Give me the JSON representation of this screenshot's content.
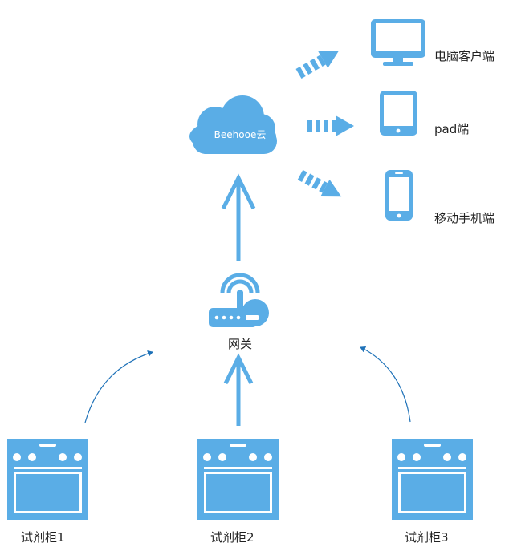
{
  "colors": {
    "primary": "#5aade6",
    "curve": "#1f72b8",
    "text": "#222222"
  },
  "cloud": {
    "label": "Beehooe云",
    "icon": "cloud-icon"
  },
  "gateway": {
    "label": "网关",
    "icon": "router-icon"
  },
  "clients": [
    {
      "label": "电脑客户端",
      "icon": "monitor-icon"
    },
    {
      "label": "pad端",
      "icon": "tablet-icon"
    },
    {
      "label": "移动手机端",
      "icon": "phone-icon"
    }
  ],
  "cabinets": [
    {
      "label": "试剂柜1",
      "icon": "cabinet-icon"
    },
    {
      "label": "试剂柜2",
      "icon": "cabinet-icon"
    },
    {
      "label": "试剂柜3",
      "icon": "cabinet-icon"
    }
  ]
}
